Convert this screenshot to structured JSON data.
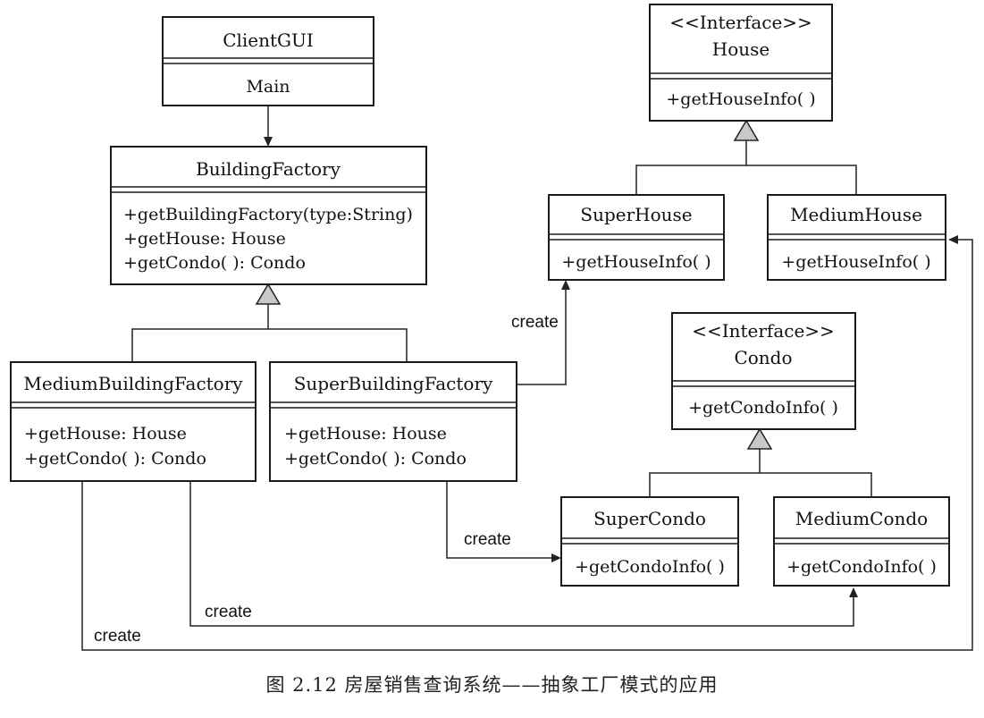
{
  "classes": {
    "client_gui": {
      "name": "ClientGUI",
      "operations": [
        "Main"
      ]
    },
    "building_factory": {
      "name": "BuildingFactory",
      "operations": [
        "+getBuildingFactory(type:String)",
        "+getHouse: House",
        "+getCondo( ): Condo"
      ]
    },
    "medium_building_factory": {
      "name": "MediumBuildingFactory",
      "operations": [
        "+getHouse: House",
        "+getCondo( ): Condo"
      ]
    },
    "super_building_factory": {
      "name": "SuperBuildingFactory",
      "operations": [
        "+getHouse: House",
        "+getCondo( ): Condo"
      ]
    },
    "house": {
      "stereotype": "<<Interface>>",
      "name": "House",
      "operations": [
        "+getHouseInfo( )"
      ]
    },
    "super_house": {
      "name": "SuperHouse",
      "operations": [
        "+getHouseInfo( )"
      ]
    },
    "medium_house": {
      "name": "MediumHouse",
      "operations": [
        "+getHouseInfo( )"
      ]
    },
    "condo": {
      "stereotype": "<<Interface>>",
      "name": "Condo",
      "operations": [
        "+getCondoInfo( )"
      ]
    },
    "super_condo": {
      "name": "SuperCondo",
      "operations": [
        "+getCondoInfo( )"
      ]
    },
    "medium_condo": {
      "name": "MediumCondo",
      "operations": [
        "+getCondoInfo( )"
      ]
    }
  },
  "relations": {
    "create_label": "create"
  },
  "caption": "图 2.12   房屋销售查询系统——抽象工厂模式的应用"
}
